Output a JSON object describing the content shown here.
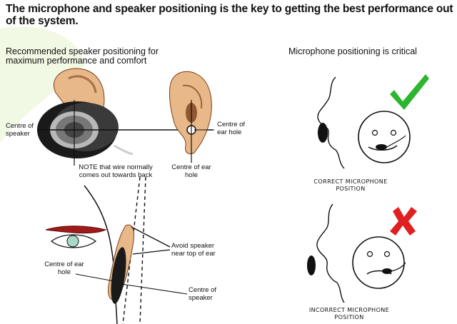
{
  "headline": "The microphone and speaker positioning is the key to getting the best performance out of the system.",
  "left_panel": {
    "heading": "Recommended speaker positioning for maximum performance and comfort",
    "centre_of_speaker": "Centre of speaker",
    "centre_of_ear_hole_right": "Centre of ear hole",
    "note": "NOTE that wire normally comes out towards back",
    "centre_of_ear_hole_mid": "Centre of ear hole",
    "avoid_speaker": "Avoid speaker near top of ear",
    "centre_of_ear_hole_low": "Centre of ear hole",
    "centre_of_speaker_low": "Centre of speaker"
  },
  "right_panel": {
    "heading": "Microphone positioning is critical",
    "correct_caption": "CORRECT MICROPHONE POSITION",
    "incorrect_caption": "INCORRECT MICROPHONE POSITION"
  },
  "colors": {
    "skin": "#e8b888",
    "ear_shadow": "#7a3e1a",
    "speaker": "#1a1a1a",
    "check": "#2db52d",
    "cross": "#e02020",
    "eyebrow": "#a11a1a",
    "iris": "#a8d8c8",
    "background_leaf": "#e6f2cc"
  }
}
